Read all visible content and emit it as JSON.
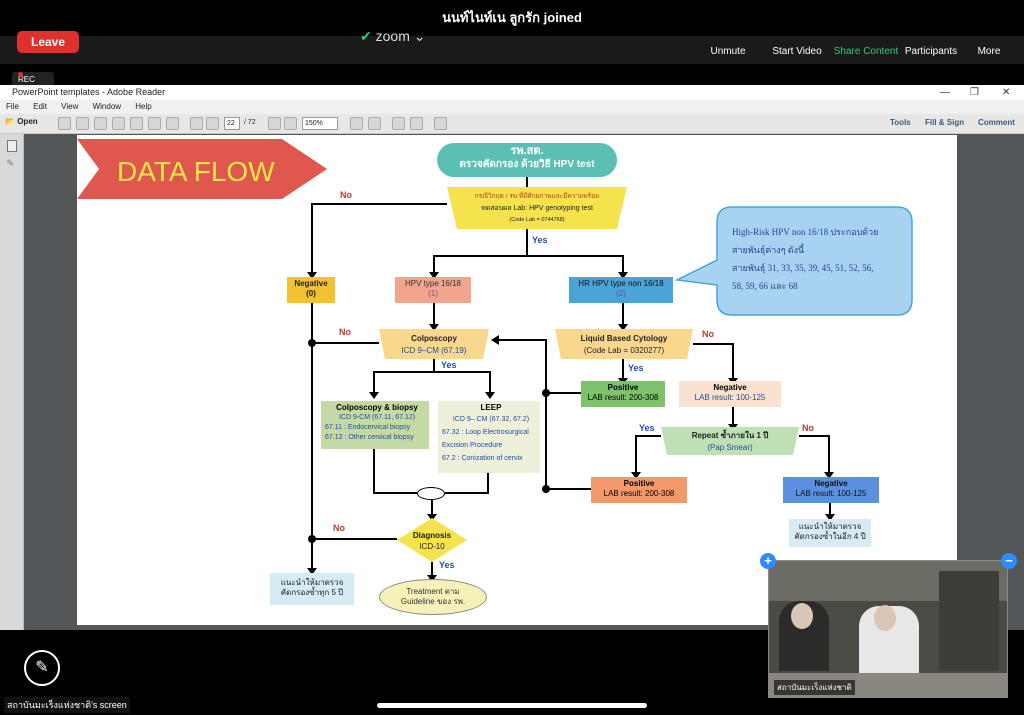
{
  "zoom": {
    "joined_notice": "นนท์ไนท์เน ลูกรัก joined",
    "leave_label": "Leave",
    "app_label": "zoom",
    "toolbar": [
      {
        "label": "Unmute"
      },
      {
        "label": "Start Video"
      },
      {
        "label": "Share Content"
      },
      {
        "label": "Participants"
      },
      {
        "label": "More"
      }
    ],
    "rec_label": "REC",
    "screen_owner": "สถาบันมะเร็งแห่งชาติ's screen",
    "video_name": "สถาบันมะเร็งแห่งชาติ",
    "share_color": "#2ecc71"
  },
  "reader": {
    "title": "PowerPoint templates - Adobe Reader",
    "menu": [
      "File",
      "Edit",
      "View",
      "Window",
      "Help"
    ],
    "open_label": "Open",
    "page_current": "22",
    "page_total": "/ 72",
    "zoom_value": "150%",
    "right_tools": [
      "Tools",
      "Fill & Sign",
      "Comment"
    ]
  },
  "slide": {
    "banner": "DATA  FLOW",
    "top_title_1": "รพ.สต.",
    "top_title_2": "ตรวจคัดกรอง ด้วยวิธี HPV test",
    "send_1": "กรณีวิกฤต / รพ.ที่มีศักยภาพและมีความพร้อม",
    "send_2": "ทดสอบผล Lab: HPV genotyping test",
    "send_3": "(Code Lab = 0744768)",
    "negative_0_title": "Negative",
    "negative_0_sub": "(0)",
    "hpv1618_title": "HPV type 16/18",
    "hpv1618_sub": "(1)",
    "hrhpv_title": "HR HPV type non 16/18",
    "hrhpv_sub": "(2)",
    "callout_1": "High-Risk HPV non 16/18 ประกอบด้วย",
    "callout_2": "สายพันธุ์ต่างๆ ดังนี้",
    "callout_3": "สายพันธุ์ 31, 33, 35, 39, 45, 51, 52, 56,",
    "callout_4": "58, 59, 66 และ 68",
    "colpo_title": "Colposcopy",
    "colpo_sub": "ICD 9–CM (67.19)",
    "lbc_title": "Liquid Based Cytology",
    "lbc_sub": "(Code Lab = 0320277)",
    "biopsy_title": "Colposcopy & biopsy",
    "biopsy_1": "ICD 9-CM (67.11, 67.12)",
    "biopsy_2": "67.11 : Endocervical biopsy",
    "biopsy_3": "67.12 : Other cervical biopsy",
    "leep_title": "LEEP",
    "leep_1": "ICD 9– CM (67.32, 67.2)",
    "leep_2": "67.32 : Loop Electrosurgical",
    "leep_3": "Excision Procedure",
    "leep_4": "67.2 : Conization of cervix",
    "pos1_title": "Positive",
    "pos1_sub": "LAB result: 200-308",
    "neg1_title": "Negative",
    "neg1_sub": "LAB result: 100-125",
    "repeat_title": "Repeat ซ้ำภายใน 1 ปี",
    "repeat_sub": "(Pap Smear)",
    "pos2_title": "Positive",
    "pos2_sub": "LAB result: 200-308",
    "neg2_title": "Negative",
    "neg2_sub": "LAB result: 100-125",
    "advise1_1": "แนะนำให้มาตรวจ",
    "advise1_2": "คัดกรองซ้ำในอีก 4 ปี",
    "diag_1": "Diagnosis",
    "diag_2": "ICD-10",
    "treat_1": "Treatment ตาม",
    "treat_2": "Guideline ของ รพ.",
    "advise2_1": "แนะนำให้มาตรวจ",
    "advise2_2": "คัดกรองซ้ำทุก 5 ปี",
    "yes": "Yes",
    "no": "No"
  }
}
